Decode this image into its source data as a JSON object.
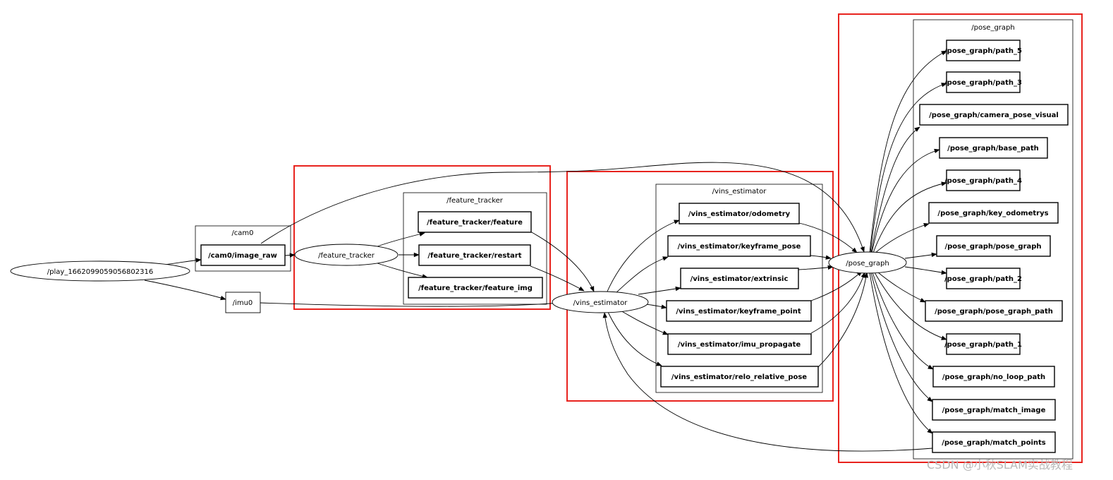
{
  "colors": {
    "highlight": "#e8231e",
    "stroke": "#000000",
    "watermark": "#b8b8b8"
  },
  "nodes": {
    "play": "/play_1662099059056802316",
    "imu0": "/imu0",
    "cam0_image_raw": "/cam0/image_raw",
    "feature_tracker": "/feature_tracker",
    "ft_feature": "/feature_tracker/feature",
    "ft_restart": "/feature_tracker/restart",
    "ft_feature_img": "/feature_tracker/feature_img",
    "vins_estimator": "/vins_estimator",
    "ve_odometry": "/vins_estimator/odometry",
    "ve_keyframe_pose": "/vins_estimator/keyframe_pose",
    "ve_extrinsic": "/vins_estimator/extrinsic",
    "ve_keyframe_point": "/vins_estimator/keyframe_point",
    "ve_imu_propagate": "/vins_estimator/imu_propagate",
    "ve_relo_relative_pose": "/vins_estimator/relo_relative_pose",
    "pose_graph": "/pose_graph",
    "pg_path_5": "/pose_graph/path_5",
    "pg_path_3": "/pose_graph/path_3",
    "pg_camera_pose_visual": "/pose_graph/camera_pose_visual",
    "pg_base_path": "/pose_graph/base_path",
    "pg_path_4": "/pose_graph/path_4",
    "pg_key_odometrys": "/pose_graph/key_odometrys",
    "pg_pose_graph": "/pose_graph/pose_graph",
    "pg_path_2": "/pose_graph/path_2",
    "pg_pose_graph_path": "/pose_graph/pose_graph_path",
    "pg_path_1": "/pose_graph/path_1",
    "pg_no_loop_path": "/pose_graph/no_loop_path",
    "pg_match_image": "/pose_graph/match_image",
    "pg_match_points": "/pose_graph/match_points"
  },
  "clusters": {
    "cam0": "/cam0",
    "feature_tracker": "/feature_tracker",
    "vins_estimator": "/vins_estimator",
    "pose_graph": "/pose_graph"
  },
  "watermark": "CSDN @小秋SLAM实战教程"
}
